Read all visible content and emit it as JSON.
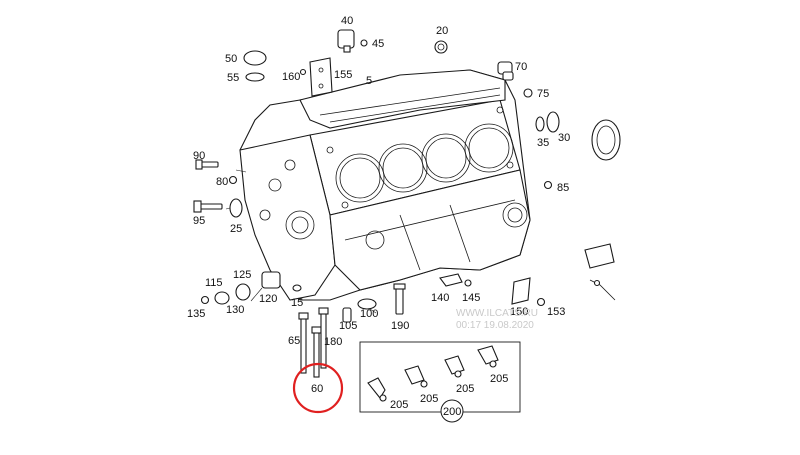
{
  "diagram": {
    "labels": [
      "40",
      "45",
      "20",
      "50",
      "55",
      "160",
      "155",
      "5",
      "70",
      "75",
      "30",
      "35",
      "90",
      "80",
      "95",
      "25",
      "85",
      "115",
      "125",
      "120",
      "135",
      "130",
      "15",
      "105",
      "100",
      "190",
      "140",
      "145",
      "150",
      "153",
      "65",
      "180",
      "60",
      "205",
      "200"
    ],
    "watermark": {
      "line1": "WWW.ILCATS.RU",
      "line2": "00:17 19.08.2020"
    },
    "highlight_label": "60"
  }
}
